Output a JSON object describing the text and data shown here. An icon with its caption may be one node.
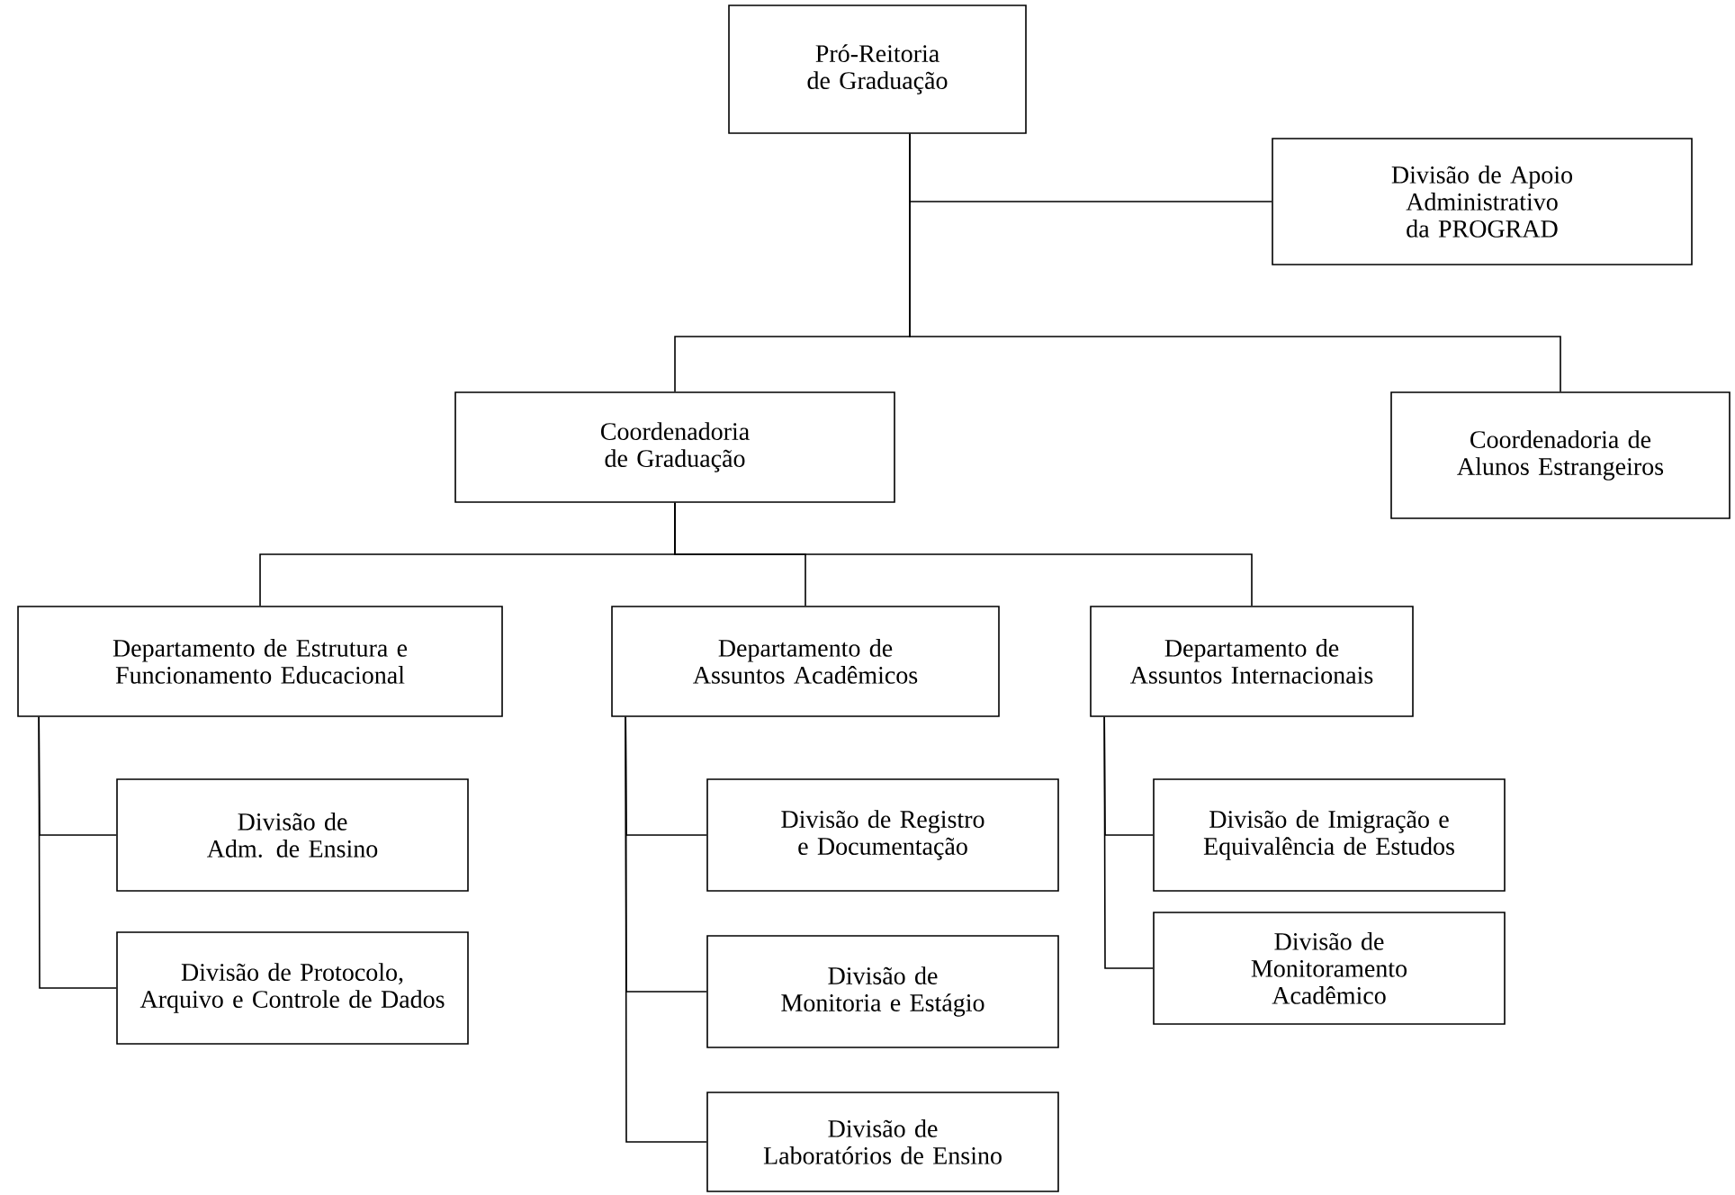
{
  "diagram": {
    "nodes": [
      {
        "text": [
          "Pró-Reitoria de Graduação"
        ]
      },
      {
        "text": [
          "Divisão de Apoio Administrativo da PROGRAD"
        ]
      },
      {
        "text": [
          "Coordenadoria de Graduação"
        ]
      },
      {
        "text": [
          "Coordenadoria de Alunos Estrangeiros"
        ]
      },
      {
        "text": [
          "Departamento de Estrutura e Funcionamento Educacional"
        ]
      },
      {
        "text": [
          "Departamento de Assuntos Acadêmicos"
        ]
      },
      {
        "text": [
          "Departamento de Assuntos Internacionais"
        ]
      },
      {
        "text": [
          "Divisão de Adm. de Ensino"
        ]
      },
      {
        "text": [
          "Divisão de Protocolo, Arquivo e Controle de Dados"
        ]
      },
      {
        "text": [
          "Divisão de Registro e Documentação"
        ]
      },
      {
        "text": [
          "Divisão de Monitoria e Estágio"
        ]
      },
      {
        "text": [
          "Divisão de Laboratórios de Ensino"
        ]
      },
      {
        "text": [
          "Divisão de Imigração e Equivalência de Estudos"
        ]
      },
      {
        "text": [
          "Divisão de Monitoramento Acadêmico"
        ]
      }
    ],
    "edges": [
      {
        "from": 0,
        "to": 1,
        "arrow": "none"
      },
      {
        "from": 0,
        "to": 2,
        "arrow": "none"
      },
      {
        "from": 0,
        "to": 3,
        "arrow": "none"
      },
      {
        "from": 2,
        "to": 4,
        "arrow": "none"
      },
      {
        "from": 2,
        "to": 5,
        "arrow": "none"
      },
      {
        "from": 2,
        "to": 6,
        "arrow": "none"
      },
      {
        "from": 4,
        "to": 7,
        "arrow": "none"
      },
      {
        "from": 4,
        "to": 8,
        "arrow": "none"
      },
      {
        "from": 5,
        "to": 9,
        "arrow": "none"
      },
      {
        "from": 5,
        "to": 10,
        "arrow": "none"
      },
      {
        "from": 5,
        "to": 11,
        "arrow": "none"
      },
      {
        "from": 6,
        "to": 12,
        "arrow": "none"
      },
      {
        "from": 6,
        "to": 13,
        "arrow": "none"
      }
    ]
  }
}
